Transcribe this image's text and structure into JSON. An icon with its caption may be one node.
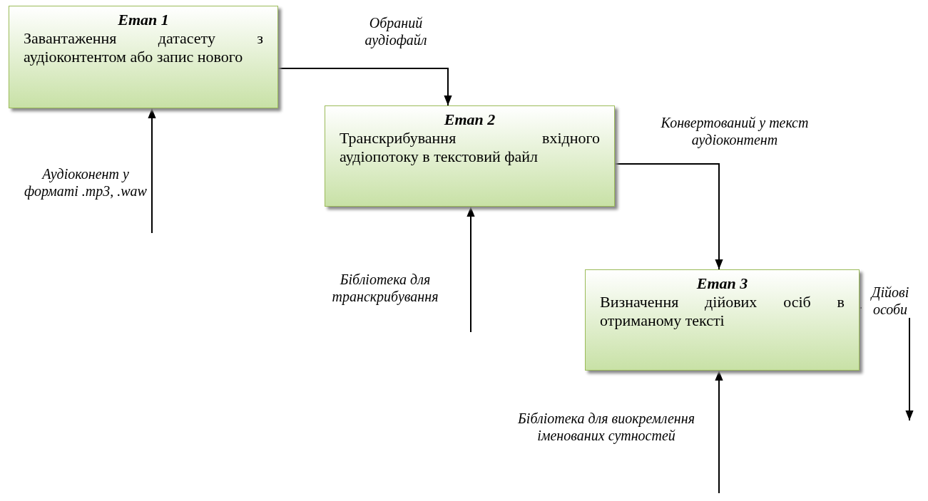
{
  "diagram": {
    "nodes": [
      {
        "text": [
          "Етап 1",
          "Завантаження датасету з аудіоконтентом або запис нового"
        ]
      },
      {
        "text": [
          "Етап 2",
          "Транскрибування вхідного аудіопотоку в текстовий файл"
        ]
      },
      {
        "text": [
          "Етап 3",
          "Визначення дійових осіб в отриманому тексті"
        ]
      }
    ],
    "edges": [
      {
        "from": 0,
        "to": 1,
        "arrow": "to",
        "label": "Обраний аудіофайл"
      },
      {
        "from": 1,
        "to": 2,
        "arrow": "to",
        "label": "Конвертований у текст аудіоконтент"
      },
      {
        "from": 2,
        "to": null,
        "arrow": "to",
        "label": "Дійові особи"
      },
      {
        "from": null,
        "to": 0,
        "arrow": "to",
        "label": "Аудіоконент у форматі .mp3, .waw"
      },
      {
        "from": null,
        "to": 1,
        "arrow": "to",
        "label": "Бібліотека для транскрибування"
      },
      {
        "from": null,
        "to": 2,
        "arrow": "to",
        "label": "Бібліотека для виокремлення іменованих сутностей"
      }
    ]
  }
}
